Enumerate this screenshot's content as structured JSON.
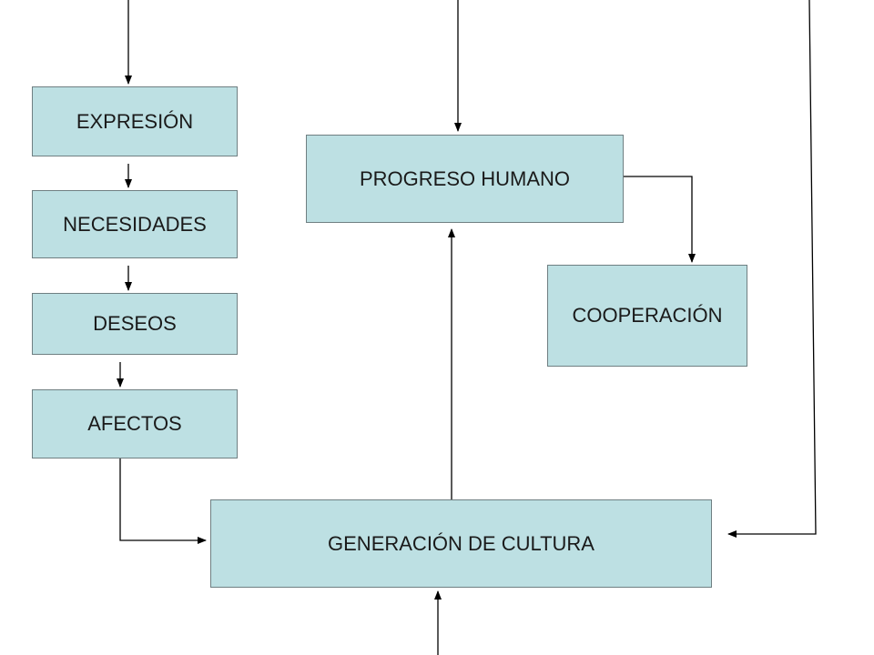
{
  "diagram": {
    "nodes": {
      "expresion": "EXPRESIÓN",
      "necesidades": "NECESIDADES",
      "deseos": "DESEOS",
      "afectos": "AFECTOS",
      "progreso_humano": "PROGRESO HUMANO",
      "cooperacion": "COOPERACIÓN",
      "generacion_de_cultura": "GENERACIÓN DE CULTURA"
    },
    "edges": [
      {
        "from": "external-top-left",
        "to": "expresion"
      },
      {
        "from": "expresion",
        "to": "necesidades"
      },
      {
        "from": "necesidades",
        "to": "deseos"
      },
      {
        "from": "deseos",
        "to": "afectos"
      },
      {
        "from": "afectos",
        "to": "generacion_de_cultura"
      },
      {
        "from": "generacion_de_cultura",
        "to": "progreso_humano"
      },
      {
        "from": "progreso_humano",
        "to": "cooperacion"
      },
      {
        "from": "external-top-center",
        "to": "progreso_humano"
      },
      {
        "from": "external-top-right",
        "to": "generacion_de_cultura"
      },
      {
        "from": "external-bottom",
        "to": "generacion_de_cultura"
      }
    ],
    "colors": {
      "box_fill": "#bde0e3",
      "box_border": "#6f7f82",
      "line": "#000000"
    }
  }
}
